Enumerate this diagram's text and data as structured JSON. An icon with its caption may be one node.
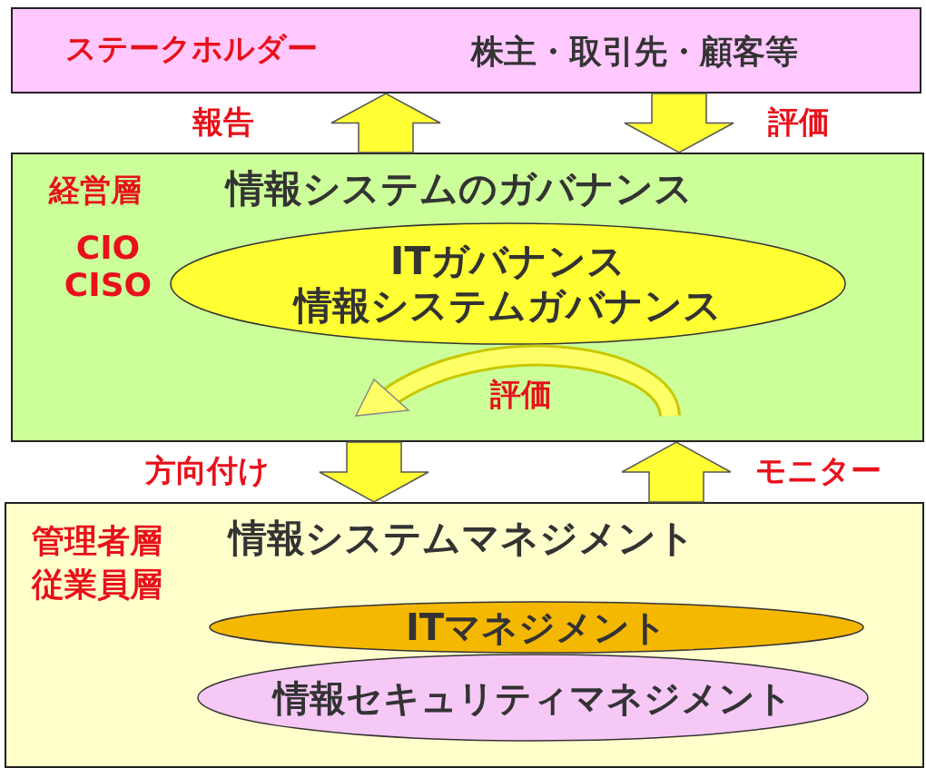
{
  "diagram": {
    "nodes": [
      {
        "text": [
          "ステークホルダー",
          "株主・取引先・顧客等"
        ]
      },
      {
        "text": [
          "経営層",
          "CIO CISO",
          "情報システムのガバナンス"
        ]
      },
      {
        "text": [
          "ITガバナンス",
          "情報システムガバナンス"
        ],
        "in": 1
      },
      {
        "text": [
          "管理者層",
          "従業員層",
          "情報システムマネジメント"
        ]
      },
      {
        "text": [
          "ITマネジメント"
        ],
        "in": 3
      },
      {
        "text": [
          "情報セキュリティマネジメント"
        ],
        "in": 3
      }
    ],
    "edges": [
      {
        "from": 1,
        "to": 0,
        "arrow": "to",
        "label": "報告"
      },
      {
        "from": 0,
        "to": 1,
        "arrow": "to",
        "label": "評価"
      },
      {
        "from": 1,
        "to": 3,
        "arrow": "to",
        "label": "方向付け"
      },
      {
        "from": 3,
        "to": 1,
        "arrow": "to",
        "label": "モニター"
      }
    ],
    "labels": [
      "評価"
    ]
  }
}
